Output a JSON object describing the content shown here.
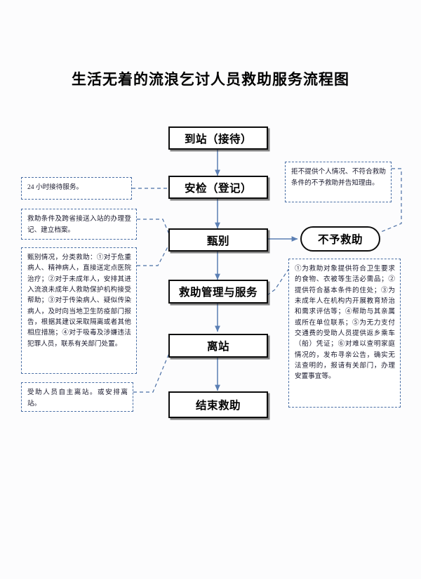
{
  "document": {
    "title": "生活无着的流浪乞讨人员救助服务流程图"
  },
  "colors": {
    "box_border": "#0d0d0d",
    "note_border": "#4a6fa5",
    "arrow": "#5b7fb4",
    "background": "#fcfcfd",
    "text": "#000000"
  },
  "flow": {
    "nodes": [
      {
        "id": "arrive",
        "label": "到站（接待）",
        "shape": "process"
      },
      {
        "id": "security",
        "label": "安检（登记）",
        "shape": "process"
      },
      {
        "id": "screen",
        "label": "甄别",
        "shape": "process"
      },
      {
        "id": "manage",
        "label": "救助管理与服务",
        "shape": "process"
      },
      {
        "id": "depart",
        "label": "离站",
        "shape": "process"
      },
      {
        "id": "end",
        "label": "结束救助",
        "shape": "process"
      },
      {
        "id": "refuse",
        "label": "不予救助",
        "shape": "terminator"
      }
    ],
    "edges": [
      {
        "from": "arrive",
        "to": "security",
        "direction": "down"
      },
      {
        "from": "security",
        "to": "screen",
        "direction": "down"
      },
      {
        "from": "screen",
        "to": "manage",
        "direction": "down"
      },
      {
        "from": "manage",
        "to": "depart",
        "direction": "down"
      },
      {
        "from": "depart",
        "to": "end",
        "direction": "down"
      },
      {
        "from": "screen",
        "to": "refuse",
        "direction": "right"
      }
    ]
  },
  "notes": {
    "left": [
      {
        "id": "note-24h",
        "attached_to": "security",
        "text": "24 小时接待服务。"
      },
      {
        "id": "note-conditions",
        "attached_to": "screen",
        "text": "救助条件及跨省接送入站的办理登记、建立档案。"
      },
      {
        "id": "note-screening",
        "attached_to": "screen",
        "text": "甄别情况，分类救助：①对于危重病人、精神病人，直接送定点医院治疗；②对于未成年人，安排其进入流浪未成年人救助保护机构接受帮助；③对于传染病人、疑似传染病人，及时向当地卫生防疫部门报告，根据其建议采取隔离或者其他相应措施；④对于吸毒及涉嫌违法犯罪人员，联系有关部门处置。"
      },
      {
        "id": "note-departure",
        "attached_to": "depart",
        "text": "受助人员自主离站。或安排离站。"
      }
    ],
    "right": [
      {
        "id": "note-refusal",
        "attached_to": "refuse",
        "text": "拒不提供个人情况、不符合救助条件的不予救助并告知理由。"
      },
      {
        "id": "note-services",
        "attached_to": "manage",
        "text": "①为救助对象提供符合卫生要求的食物、衣被等生活必需品；②提供符合基本条件的住处；③为未成年人在机构内开展教育矫治和需求评估等；④帮助与其亲属或所在单位联系；⑤为无力支付交通费的受助人员提供返乡乘车（船）凭证；⑥对难以查明家庭情况的，发布寻亲公告，确实无法查明的，报请有关部门，办理安置事宜等。"
      }
    ]
  }
}
